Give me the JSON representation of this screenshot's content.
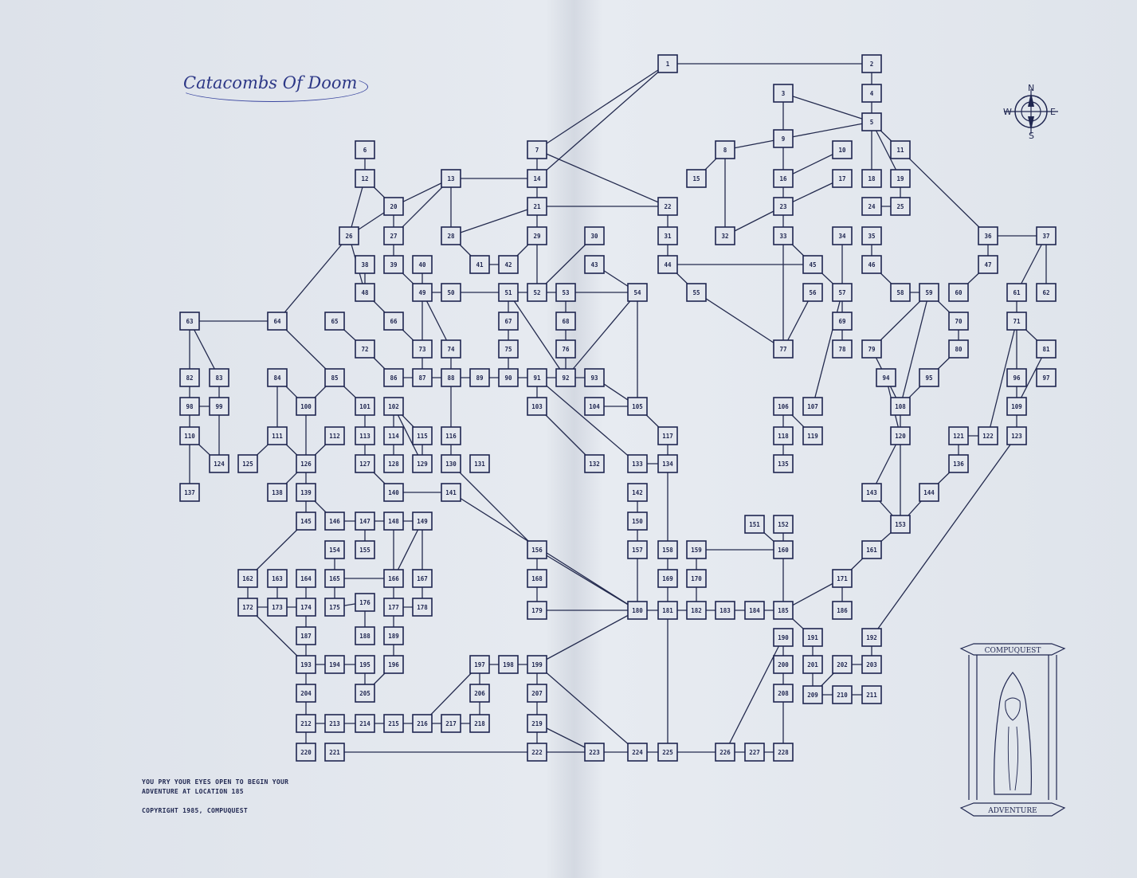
{
  "title": "Catacombs Of Doom",
  "intro_lines": [
    "YOU PRY YOUR EYES OPEN TO BEGIN YOUR",
    "ADVENTURE AT LOCATION 185"
  ],
  "copyright": "COPYRIGHT 1985, COMPUQUEST",
  "compass": {
    "n": "N",
    "s": "S",
    "e": "E",
    "w": "W"
  },
  "emblem": {
    "top_banner": "COMPUQUEST",
    "bottom_banner": "ADVENTURE"
  },
  "start_location": "185",
  "colors": {
    "ink": "#1f2650",
    "title": "#2c3786",
    "paper": "#e3e7ee"
  }
}
